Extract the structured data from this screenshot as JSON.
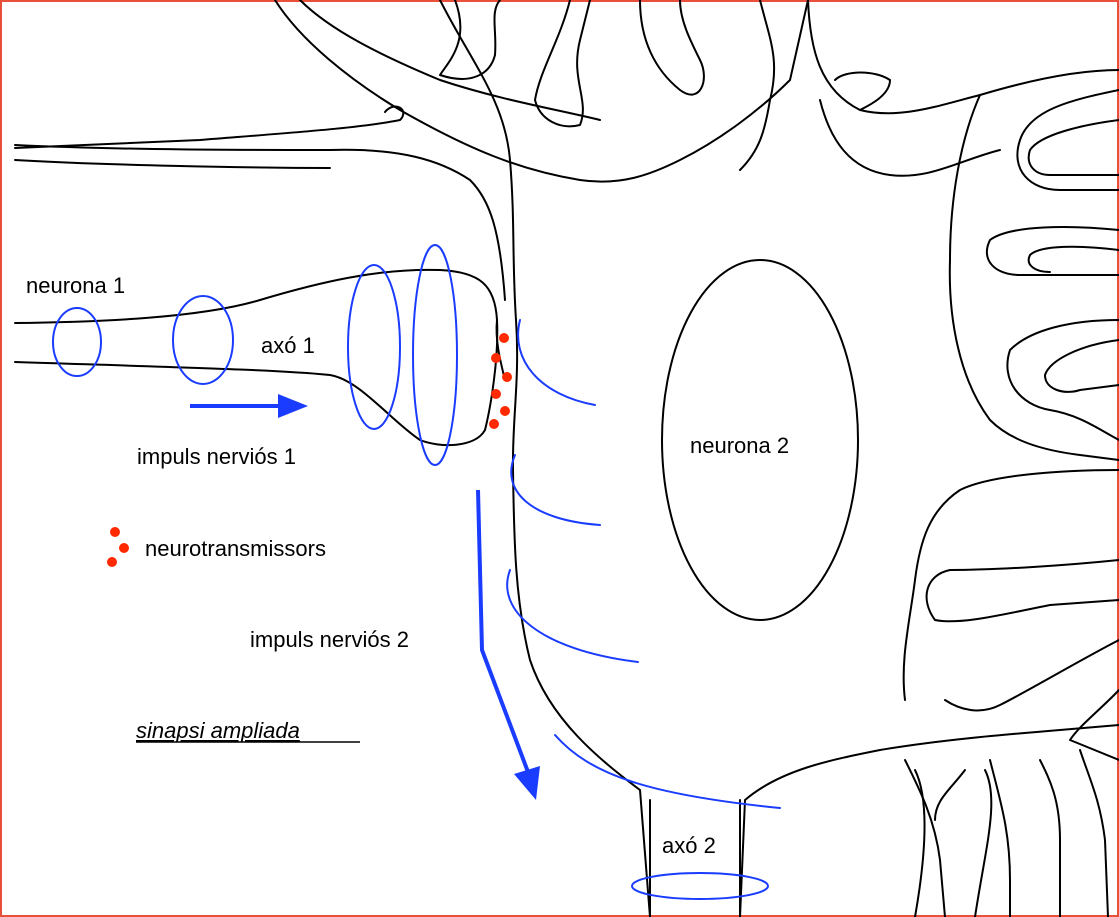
{
  "labels": {
    "neurona1": "neurona 1",
    "axo1": "axó 1",
    "impuls1": "impuls nerviós 1",
    "neurotransmissors": "neurotransmissors",
    "impuls2": "impuls nerviós 2",
    "sinapsi": "sinapsi ampliada",
    "neurona2": "neurona 2",
    "axo2": "axó 2"
  },
  "colors": {
    "border": "#e8503a",
    "outline": "#000000",
    "impulse": "#1a3cff",
    "neurotransmitter": "#ff2a00"
  }
}
